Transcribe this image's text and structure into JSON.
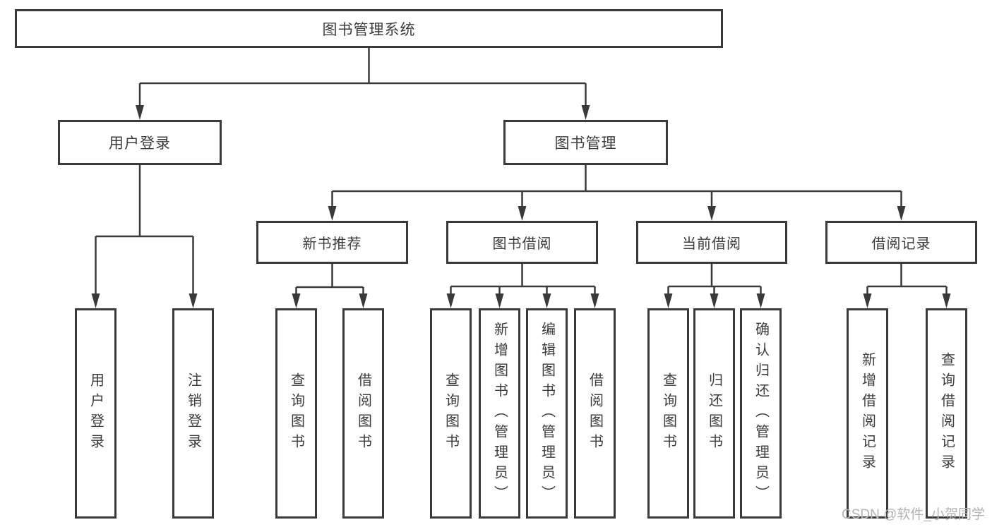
{
  "diagram_title": "图书管理系统",
  "tree": {
    "label": "图书管理系统",
    "children": [
      {
        "label": "用户登录",
        "children": [
          {
            "label": "用户登录"
          },
          {
            "label": "注销登录"
          }
        ]
      },
      {
        "label": "图书管理",
        "children": [
          {
            "label": "新书推荐",
            "children": [
              {
                "label": "查询图书"
              },
              {
                "label": "借阅图书"
              }
            ]
          },
          {
            "label": "图书借阅",
            "children": [
              {
                "label": "查询图书"
              },
              {
                "label": "新增图书（管理员）"
              },
              {
                "label": "编辑图书（管理员）"
              },
              {
                "label": "借阅图书"
              }
            ]
          },
          {
            "label": "当前借阅",
            "children": [
              {
                "label": "查询图书"
              },
              {
                "label": "归还图书"
              },
              {
                "label": "确认归还（管理员）"
              }
            ]
          },
          {
            "label": "借阅记录",
            "children": [
              {
                "label": "新增借阅记录"
              },
              {
                "label": "查询借阅记录"
              }
            ]
          }
        ]
      }
    ]
  },
  "watermark": {
    "text": "CSDN @软件_小贺同学"
  },
  "colors": {
    "line": "#3a3a3a",
    "text": "#3c3c3c",
    "watermark": "#b3b3b3",
    "background": "#ffffff"
  }
}
